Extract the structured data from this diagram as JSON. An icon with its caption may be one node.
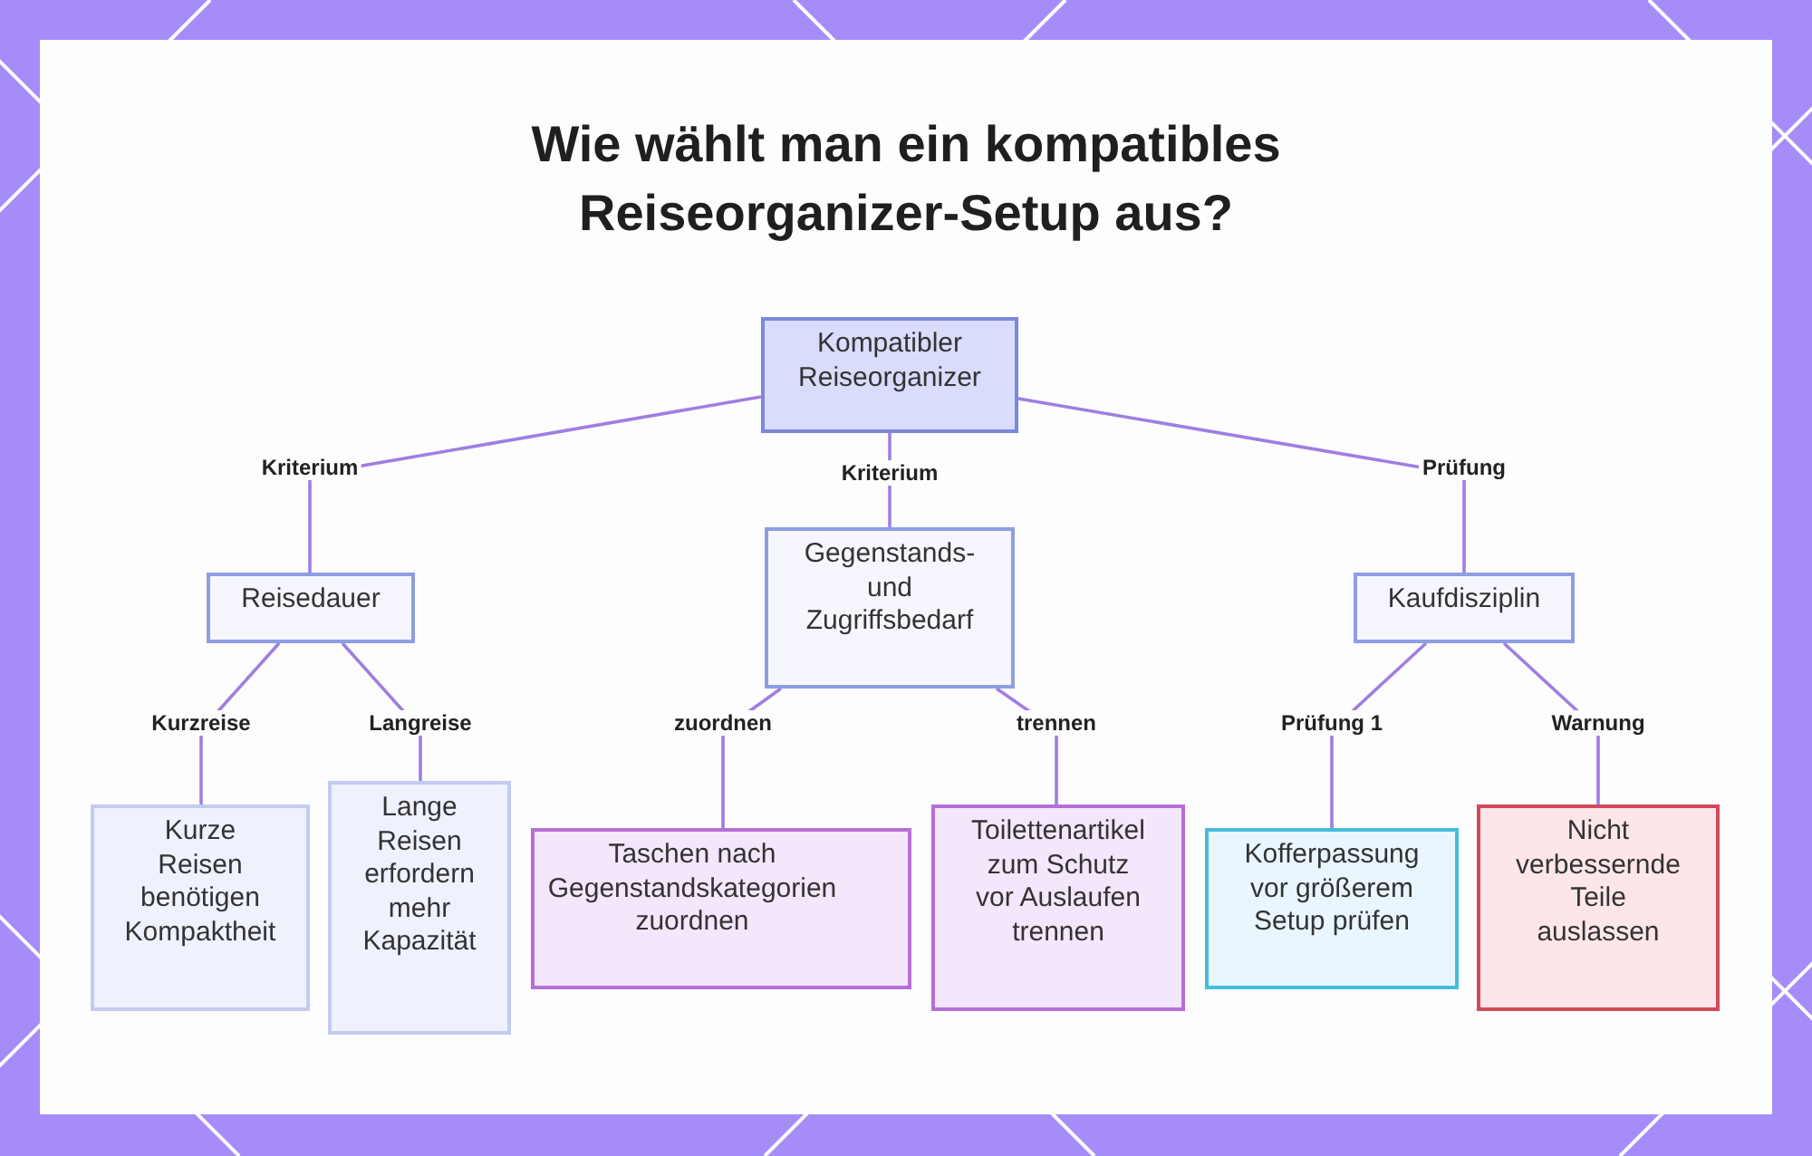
{
  "diagram": {
    "title": "Wie wählt man ein kompatibles Reiseorganizer-Setup aus?",
    "nodes": [
      {
        "text": [
          "Kompatibler Reiseorganizer"
        ]
      },
      {
        "text": [
          "Reisedauer"
        ]
      },
      {
        "text": [
          "Gegenstands- und Zugriffsbedarf"
        ]
      },
      {
        "text": [
          "Kaufdisziplin"
        ]
      },
      {
        "text": [
          "Kurze Reisen benötigen Kompaktheit"
        ]
      },
      {
        "text": [
          "Lange Reisen erfordern mehr Kapazität"
        ]
      },
      {
        "text": [
          "Taschen nach Gegenstandskategorien zuordnen"
        ]
      },
      {
        "text": [
          "Toilettenartikel zum Schutz vor Auslaufen trennen"
        ]
      },
      {
        "text": [
          "Kofferpassung vor größerem Setup prüfen"
        ]
      },
      {
        "text": [
          "Nicht verbessernde Teile auslassen"
        ]
      }
    ],
    "edges": [
      {
        "from": 0,
        "to": 1,
        "arrow": "none",
        "label": "Kriterium"
      },
      {
        "from": 0,
        "to": 2,
        "arrow": "none",
        "label": "Kriterium"
      },
      {
        "from": 0,
        "to": 3,
        "arrow": "none",
        "label": "Prüfung"
      },
      {
        "from": 1,
        "to": 4,
        "arrow": "none",
        "label": "Kurzreise"
      },
      {
        "from": 1,
        "to": 5,
        "arrow": "none",
        "label": "Langreise"
      },
      {
        "from": 2,
        "to": 6,
        "arrow": "none",
        "label": "zuordnen"
      },
      {
        "from": 2,
        "to": 7,
        "arrow": "none",
        "label": "trennen"
      },
      {
        "from": 3,
        "to": 8,
        "arrow": "none",
        "label": "Prüfung 1"
      },
      {
        "from": 3,
        "to": 9,
        "arrow": "none",
        "label": "Warnung"
      }
    ]
  }
}
